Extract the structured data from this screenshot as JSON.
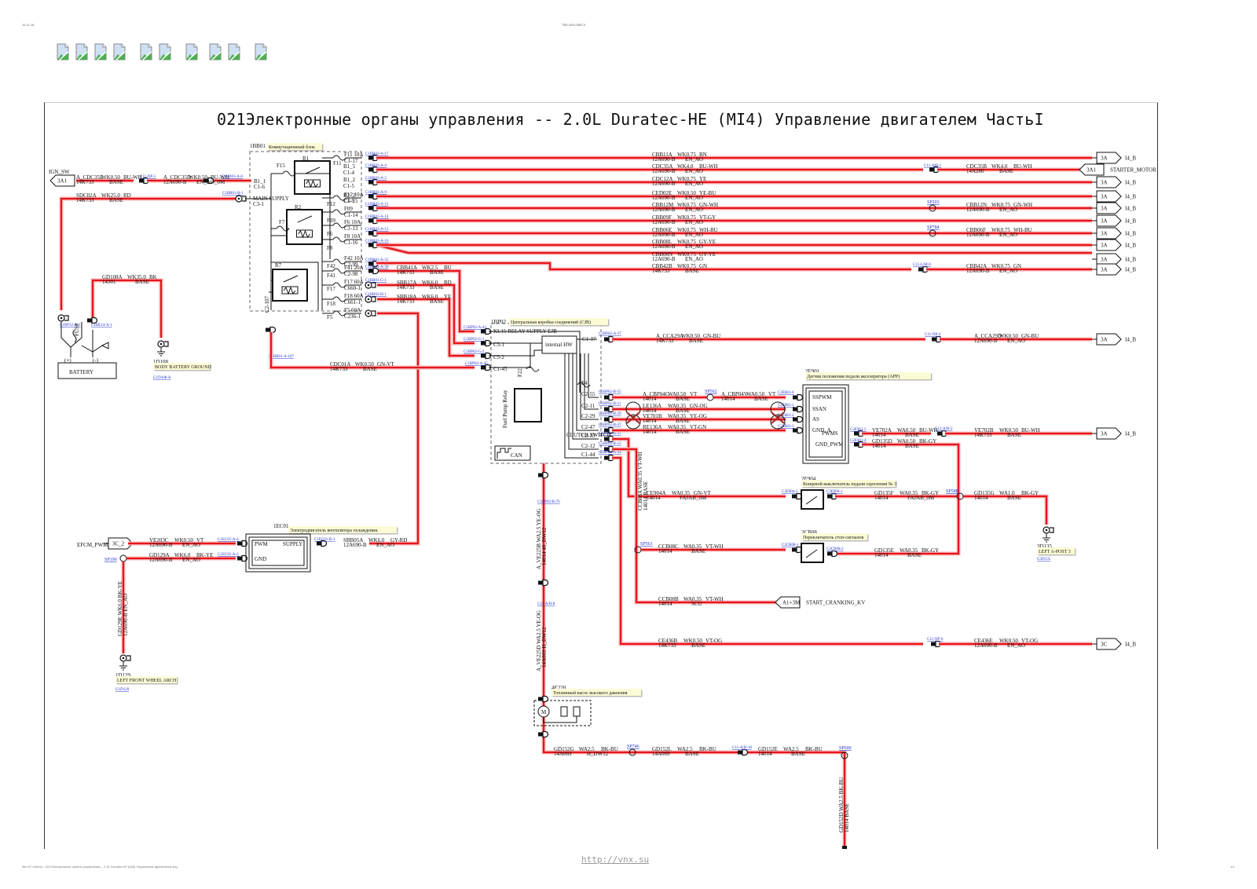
{
  "page": {
    "header_left": "16.11.16",
    "header_center": "TBD-500-00B2-9",
    "broken_image_count": 10,
    "title": "021Электронные органы управления -- 2.0L Duratec-HE (MI4) Управление двигателем ЧастьI",
    "footer_link": "http://vnx.su",
    "footer_left": "file:///C:/Users/.../021Электронные органы управления -- 2.0L Duratec-HE (MI4) Управление двигателем.svg",
    "footer_right": "1/1"
  },
  "components": {
    "ibb01": {
      "id": "1BB01",
      "name": "Коммутационный блок",
      "main_supply": "MAIN SUPPLY",
      "main_supply_pin": "C3-1"
    },
    "ibp02": {
      "id": "1BP02",
      "name": "Центральная коробка соединений (CJB)",
      "internal": "internal HW",
      "kl15": "KL15 RELAY SUPPLY EJB",
      "relay": "Fuel Pump Relay",
      "can": "CAN",
      "clutch": "CLUTCH SWITCH"
    },
    "iec01": {
      "id": "1EC01",
      "name": "Электродвигатель вентилятора охлаждения.",
      "pins": [
        "PWM",
        "SUPPLY",
        "GND"
      ]
    },
    "e901": {
      "id": "2E901",
      "name": "Датчик положения педали акселератора (APP)",
      "pins": [
        "SSPWM",
        "SSAN",
        "AS",
        "GND_A",
        "PWMS",
        "GND_PWM"
      ]
    },
    "e904": {
      "id": "2E904",
      "name": "Концевой выключатель педали сцепления № 3"
    },
    "cb08": {
      "id": "2CB08",
      "name": "Переключатель стоп-сигналов"
    },
    "e220": {
      "id": "4E220",
      "name": "Топливный насос высокого давления"
    },
    "battery": {
      "label": "BATTERY",
      "plus": "(+)",
      "minus": "(-)",
      "fuse": "FUSE"
    },
    "grounds": [
      {
        "id": "1D108",
        "name": "BODY BATTERY GROUND",
        "link": "G1D108-A"
      },
      {
        "id": "1D129",
        "name": "LEFT FRONT WHEEL ARCH",
        "link": "G1D129"
      },
      {
        "id": "3D135",
        "name": "LEFT A-POST 3",
        "link": "G3D135"
      }
    ]
  },
  "connectors_left": [
    {
      "tag": "3A1",
      "name": "IGN_SW"
    },
    {
      "tag": "3C_2",
      "name": "EFCM_PWM"
    }
  ],
  "fuses": [
    "F11 10A",
    "F15",
    "F7",
    "F12 10A",
    "F09",
    "F6 10A",
    "F8 10A",
    "F42 10A",
    "F41 20A",
    "F17 60A",
    "F18 60A",
    "F5 60A",
    "F4",
    "F22"
  ],
  "relays": [
    "R1",
    "R2",
    "R7"
  ],
  "wires_top": [
    {
      "code": "CBB11A",
      "spec": "WK0.75",
      "color": "BN",
      "harness": "12A690-B",
      "group": "EN_AO",
      "pin": "C1-17",
      "link": "C1BB03-A-17",
      "target": "3A",
      "dest": "I4_B"
    },
    {
      "code": "CDC35A",
      "spec": "WK4.0",
      "color": "BU-WH",
      "harness": "12A690-B",
      "group": "EN_AO",
      "pin": "C1-4",
      "link": "C1BB03-A-4",
      "target": "3A1",
      "dest": "STARTER_MOTOR",
      "right_code": "CDC35B",
      "right_spec": "WK4.0",
      "right_color": "BU-WH",
      "right_harness": "14A280",
      "right_group": "BASE",
      "mid_link": "C11-AM-1"
    },
    {
      "code": "CDC12A",
      "spec": "WK0.75",
      "color": "YE",
      "harness": "12A690-B",
      "group": "EN_AO",
      "pin": "C1-5",
      "link": "C1BB03-A-5",
      "target": "3A",
      "dest": "I4_B"
    },
    {
      "code": "CED02E",
      "spec": "WK0.50",
      "color": "YE-BU",
      "harness": "12A690-B",
      "group": "EN_AO",
      "pin": "C1-9",
      "link": "C1BB03-A-9",
      "target": "3A",
      "dest": "I4_B"
    },
    {
      "code": "CBB12M",
      "spec": "WK0.75",
      "color": "GN-WH",
      "harness": "12A690-B",
      "group": "EN_AO",
      "pin": "C1-15",
      "link": "C1BB03-A-15",
      "target": "3A",
      "dest": "I4_B",
      "splice": "SP203",
      "right_code": "CBB12N",
      "right_spec": "WK0.75",
      "right_color": "GN-WH",
      "right_harness": "12A690-B",
      "right_group": "EN_AO"
    },
    {
      "code": "CBB09F",
      "spec": "WK0.75",
      "color": "VT-GY",
      "harness": "12A690-B",
      "group": "EN_AO",
      "pin": "C1-14",
      "link": "C1BB03-A-14",
      "target": "3A",
      "dest": "I4_B"
    },
    {
      "code": "CBB06E",
      "spec": "WK0.75",
      "color": "WH-BU",
      "harness": "12A690-B",
      "group": "EN_AO",
      "pin": "C1-13",
      "link": "C1BB03-A-13",
      "target": "3A",
      "dest": "I4_B",
      "splice": "SP784",
      "right_code": "CBB06F",
      "right_spec": "WK0.75",
      "right_color": "WH-BU",
      "right_harness": "12A690-B",
      "right_group": "EN_AO"
    },
    {
      "code": "CBB08L",
      "spec": "WK0.75",
      "color": "GY-YE",
      "harness": "12A690-B",
      "group": "EN_AO",
      "pin": "C1-16",
      "link": "C1BB03-A-16",
      "target": "3A",
      "dest": "I4_B"
    },
    {
      "code": "CBB08N",
      "spec": "WK0.75",
      "color": "GY-YE",
      "harness": "12A690-B",
      "group": "EN_AO",
      "target": "3A",
      "dest": "I4_B"
    },
    {
      "code": "CBB42B",
      "spec": "WK0.75",
      "color": "GN",
      "harness": "14K733",
      "group": "BASE",
      "pin": "C2-99",
      "link": "C1BB01-A-55",
      "target": "3A",
      "dest": "I4_B",
      "mid_link": "C11-L/M-6",
      "right_code": "CBB42A",
      "right_spec": "WK0.75",
      "right_color": "GN",
      "right_harness": "12A690-B",
      "right_group": "EN_AO"
    }
  ],
  "wires_misc": [
    {
      "code": "A_CDC35E",
      "spec": "WK0.50",
      "color": "BU-WH",
      "harness": "14K733",
      "group": "BASE",
      "link": "C11-NP-5"
    },
    {
      "code": "A_CDC35D",
      "spec": "WK0.50",
      "color": "BU-WH",
      "harness": "12A690-B",
      "group": "EN_AO_0M",
      "link": "C1BB03-A-6"
    },
    {
      "code": "SDC02A",
      "spec": "WK25.0",
      "color": "RD",
      "harness": "14K733",
      "group": "BASE",
      "link": "C1BB01-B-1"
    },
    {
      "code": "GD108A",
      "spec": "WK35.0",
      "color": "BK",
      "harness": "14301",
      "group": "BASE"
    },
    {
      "code": "CBB41A",
      "spec": "WK2.5",
      "color": "BU",
      "harness": "14K733",
      "group": "BASE",
      "link": "C1BB01-A-58"
    },
    {
      "code": "SBB17A",
      "spec": "WK6.0",
      "color": "RD",
      "harness": "14K733",
      "group": "BASE",
      "link": "C1BB01-G-1"
    },
    {
      "code": "SBB18A",
      "spec": "WK6.0",
      "color": "YE",
      "harness": "14K733",
      "group": "BASE",
      "link": "C1BB03-H-1"
    },
    {
      "code": "CDC01A",
      "spec": "WK0.50",
      "color": "GN-VT",
      "harness": "14K733",
      "group": "BASE",
      "link": "C1BP02-A-45"
    },
    {
      "code": "A_CCA29A",
      "spec": "WK0.50",
      "color": "GN-BU",
      "harness": "14K733",
      "group": "BASE",
      "link": "C1BP02-A-37"
    },
    {
      "code": "A_CCA29D",
      "spec": "WK0.50",
      "color": "GN-BU",
      "harness": "12A690-B",
      "group": "EN_AO",
      "link": "C11-NP-4"
    },
    {
      "code": "A_CBP04C",
      "spec": "WA0.50",
      "color": "VT",
      "harness": "14014",
      "group": "BASE",
      "link": "C1BP02-B-55"
    },
    {
      "code": "A_CBP04V",
      "spec": "WA0.50",
      "color": "VT",
      "harness": "14014",
      "group": "BASE",
      "link": "C2E881-6",
      "splice": "SP562"
    },
    {
      "code": "LE136A",
      "spec": "WA0.35",
      "color": "GN-OG",
      "harness": "14014",
      "group": "BASE",
      "link": "C1BP02-B-11"
    },
    {
      "code": "VE701B",
      "spec": "WA0.35",
      "color": "YE-OG",
      "harness": "14014",
      "group": "BASE",
      "link": "C1BP02-B-29"
    },
    {
      "code": "RE136A",
      "spec": "WA0.35",
      "color": "VT-GN",
      "harness": "14014",
      "group": "BASE",
      "link": "C1BP02-B-47"
    },
    {
      "code": "VE702A",
      "spec": "WA0.50",
      "color": "BU-WH",
      "harness": "14014",
      "group": "BASE",
      "link": "C2E901-5"
    },
    {
      "code": "VE702B",
      "spec": "WK0.50",
      "color": "BU-WH",
      "harness": "14K733",
      "group": "BASE",
      "link": "C12-A/B-2"
    },
    {
      "code": "GD135D",
      "spec": "WA0.50",
      "color": "BK-GY",
      "harness": "14014",
      "group": "BASE"
    },
    {
      "code": "CE904A",
      "spec": "WA0.35",
      "color": "GN-VT",
      "harness": "14014",
      "group": "FAJAB_0M",
      "link": "C2E904-2"
    },
    {
      "code": "GD135F",
      "spec": "WA0.35",
      "color": "BK-GY",
      "harness": "14014",
      "group": "FAJAB_0M",
      "link": "C2E904-1",
      "splice": "SP588"
    },
    {
      "code": "GD135G",
      "spec": "WA1.0",
      "color": "BK-GY",
      "harness": "14014",
      "group": "BASE"
    },
    {
      "code": "CCB08A",
      "spec": "WA0.35",
      "color": "VT-WH",
      "harness": "14014",
      "group": "BASE"
    },
    {
      "code": "CCB08C",
      "spec": "WA0.35",
      "color": "VT-WH",
      "harness": "14014",
      "group": "BASE",
      "splice": "SP561",
      "link": "C2CB08-1"
    },
    {
      "code": "GD135E",
      "spec": "WA0.35",
      "color": "BK-GY",
      "harness": "14014",
      "group": "BASE",
      "link": "C2CB08-2"
    },
    {
      "code": "CCB08B",
      "spec": "WA0.35",
      "color": "VT-WH",
      "harness": "14014",
      "group": "SCU",
      "target": "A1+3M",
      "dest": "START_CRANKING_KV"
    },
    {
      "code": "CE436B",
      "spec": "WK0.50",
      "color": "VT-OG",
      "harness": "14K733",
      "group": "BASE"
    },
    {
      "code": "CE436E",
      "spec": "WK0.50",
      "color": "VT-OG",
      "harness": "12A690-B",
      "group": "EN_AO",
      "link": "C11-NP-6",
      "target": "3C",
      "dest": "I4_B"
    },
    {
      "code": "VE203C",
      "spec": "WK0.50",
      "color": "VT",
      "harness": "12A690-B",
      "group": "EN_AO",
      "link": "C1EC01-A-4"
    },
    {
      "code": "GD129A",
      "spec": "WK6.0",
      "color": "BK-YE",
      "harness": "12A690-B",
      "group": "EN_AO",
      "link": "C1EC01-A-2",
      "splice": "SP199"
    },
    {
      "code": "GD129E",
      "spec": "WK6.0",
      "color": "BK-YE",
      "harness": "12A690-B",
      "group": "EN_AO"
    },
    {
      "code": "SBB05A",
      "spec": "WK6.0",
      "color": "GY-RD",
      "harness": "12A690-B",
      "group": "EN_AO",
      "link": "C1EC01-B-1"
    },
    {
      "code": "A_VE225B",
      "spec": "WA2.5",
      "color": "YE-OG",
      "harness": "14014",
      "group": "40_DW12",
      "link": "C1BP02-B-76"
    },
    {
      "code": "A_VE225D",
      "spec": "WA2.5",
      "color": "YE-OG",
      "harness": "14A069",
      "group": "H_DW12",
      "link": "C11-A/B-8"
    },
    {
      "code": "GD152G",
      "spec": "WA2.5",
      "color": "BK-BU",
      "harness": "14A069",
      "group": "H_DW12",
      "splice": "SP746"
    },
    {
      "code": "GD152L",
      "spec": "WA2.5",
      "color": "BK-BU",
      "harness": "14A069",
      "group": "BASE",
      "link": "C11-A/B-18"
    },
    {
      "code": "GD152E",
      "spec": "WA2.5",
      "color": "BK-BU",
      "harness": "14014",
      "group": "BASE",
      "splice": "SP600"
    },
    {
      "code": "GD152D",
      "spec": "WA2.5",
      "color": "BK-BU",
      "harness": "14014",
      "group": "BASE"
    }
  ],
  "colors": {
    "wire": "#e8141b",
    "wire_halo": "#f7b3b5",
    "ink": "#111111",
    "link": "#2233cc",
    "note_bg": "#fdfbd6"
  }
}
